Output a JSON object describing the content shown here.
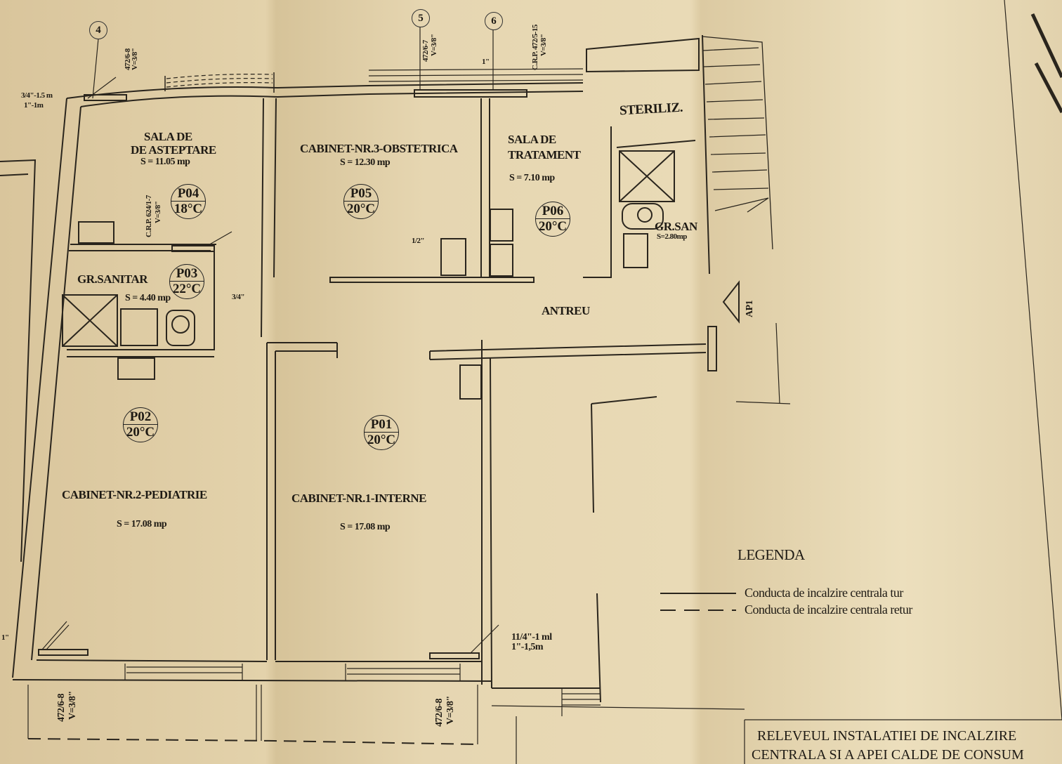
{
  "grid_markers": [
    "4",
    "5",
    "6"
  ],
  "rooms": {
    "waiting": {
      "name_line1": "SALA DE",
      "name_line2": "DE ASTEPTARE",
      "area": "S = 11.05 mp",
      "tag": "P04",
      "temp": "18°C"
    },
    "sanitary": {
      "name": "GR.SANITAR",
      "area": "S = 4.40 mp",
      "tag": "P03",
      "temp": "22°C"
    },
    "obstetrics": {
      "name": "CABINET-NR.3-OBSTETRICA",
      "area": "S = 12.30 mp",
      "tag": "P05",
      "temp": "20°C"
    },
    "treatment": {
      "name_line1": "SALA DE",
      "name_line2": "TRATAMENT",
      "area": "S = 7.10 mp",
      "tag": "P06",
      "temp": "20°C"
    },
    "steriliz": {
      "name": "STERILIZ."
    },
    "small_sanitary": {
      "name": "GR.SAN",
      "area": "S=2.80mp"
    },
    "hall": {
      "name": "ANTREU"
    },
    "pediatrics": {
      "name": "CABINET-NR.2-PEDIATRIE",
      "area": "S = 17.08 mp",
      "tag": "P02",
      "temp": "20°C"
    },
    "internal": {
      "name": "CABINET-NR.1-INTERNE",
      "area": "S = 17.08 mp",
      "tag": "P01",
      "temp": "20°C"
    }
  },
  "entrance_label": "AP1",
  "pipe_notes": {
    "top_left_riser_a": "472/6-8",
    "top_left_riser_b": "V=3/8\"",
    "top_left_len_a": "3/4\"-1.5 m",
    "top_left_len_b": "1\"-1m",
    "crp_624_a": "C.R.P. 624/1-7",
    "crp_624_b": "V=3/8\"",
    "three_quarter": "3/4\"",
    "riser_5_a": "472/6-7",
    "riser_5_b": "V=3/8\"",
    "riser_6_a": "C.R.P. 472/5-15",
    "riser_6_b": "V=3/8\"",
    "one_inch_top": "1\"",
    "half_inch": "1/2\"",
    "one_inch_left": "1\"",
    "bottom_right_len_a": "11/4\"-1 ml",
    "bottom_right_len_b": "1\"-1,5m",
    "bottom_riser_left_a": "472/6-8",
    "bottom_riser_left_b": "V=3/8\"",
    "bottom_riser_right_a": "472/6-8",
    "bottom_riser_right_b": "V=3/8\""
  },
  "legend": {
    "title": "LEGENDA",
    "items": [
      {
        "style": "solid",
        "label": "Conducta de incalzire centrala tur"
      },
      {
        "style": "dashed",
        "label": "Conducta de incalzire centrala retur"
      }
    ]
  },
  "title_block": {
    "line1": "RELEVEUL INSTALATIEI DE INCALZIRE",
    "line2": "CENTRALA SI A  APEI CALDE DE CONSUM"
  }
}
